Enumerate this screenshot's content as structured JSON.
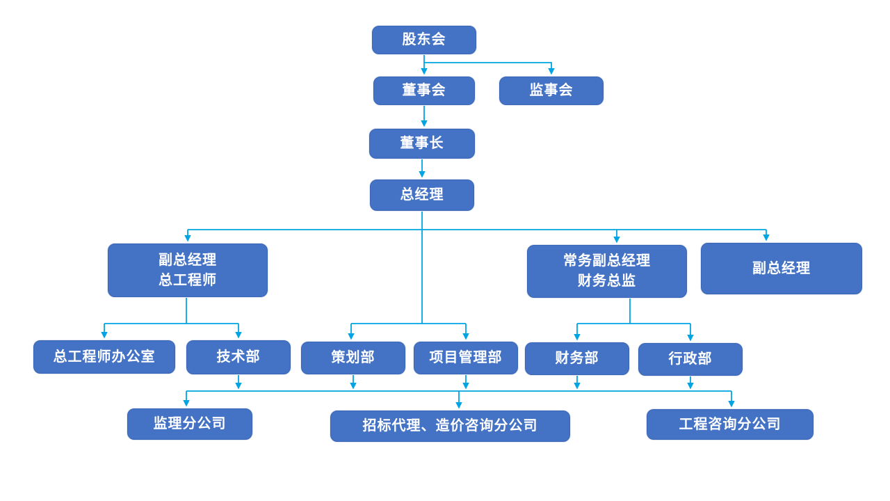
{
  "diagram": {
    "type": "org-chart",
    "background": "#FFFFFF",
    "colors": {
      "node_fill": "#4472C4",
      "node_text": "#FFFFFF",
      "connector": "#00A4E4"
    },
    "nodes": {
      "shareholders": {
        "label": "股东会"
      },
      "board": {
        "label": "董事会"
      },
      "supervisory": {
        "label": "监事会"
      },
      "chairman": {
        "label": "董事长"
      },
      "gm": {
        "label": "总经理"
      },
      "dgm_ce": {
        "label": "副总经理\n总工程师"
      },
      "edgm_cfo": {
        "label": "常务副总经理\n财务总监"
      },
      "dgm2": {
        "label": "副总经理"
      },
      "ce_office": {
        "label": "总工程师办公室"
      },
      "tech": {
        "label": "技术部"
      },
      "planning": {
        "label": "策划部"
      },
      "pm": {
        "label": "项目管理部"
      },
      "finance": {
        "label": "财务部"
      },
      "admin": {
        "label": "行政部"
      },
      "supervision_branch": {
        "label": "监理分公司"
      },
      "bidding_branch": {
        "label": "招标代理、造价咨询分公司"
      },
      "consulting_branch": {
        "label": "工程咨询分公司"
      }
    },
    "edges": [
      [
        "shareholders",
        "board"
      ],
      [
        "shareholders",
        "supervisory"
      ],
      [
        "board",
        "chairman"
      ],
      [
        "chairman",
        "gm"
      ],
      [
        "gm",
        "dgm_ce"
      ],
      [
        "gm",
        "edgm_cfo"
      ],
      [
        "gm",
        "dgm2"
      ],
      [
        "dgm_ce",
        "ce_office"
      ],
      [
        "dgm_ce",
        "tech"
      ],
      [
        "gm",
        "planning"
      ],
      [
        "gm",
        "pm"
      ],
      [
        "edgm_cfo",
        "finance"
      ],
      [
        "edgm_cfo",
        "admin"
      ],
      [
        "tech",
        "branch_bus"
      ],
      [
        "planning",
        "branch_bus"
      ],
      [
        "pm",
        "branch_bus"
      ],
      [
        "finance",
        "branch_bus"
      ],
      [
        "admin",
        "branch_bus"
      ],
      [
        "branch_bus",
        "supervision_branch"
      ],
      [
        "branch_bus",
        "bidding_branch"
      ],
      [
        "branch_bus",
        "consulting_branch"
      ]
    ]
  }
}
